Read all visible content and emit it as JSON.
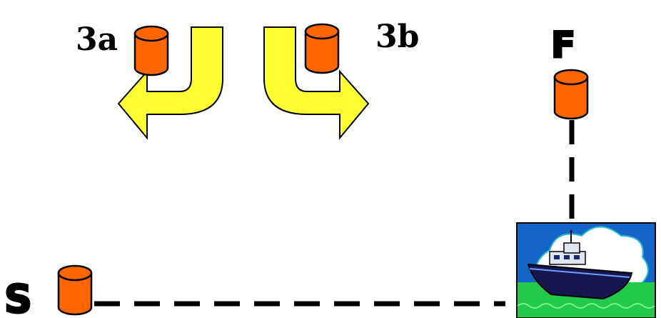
{
  "labels": {
    "mark_3a": "3a",
    "mark_3b": "3b",
    "finish": "F",
    "start": "S"
  },
  "colors": {
    "buoy_fill": "#ff6600",
    "buoy_outline": "#000000",
    "arrow_fill": "#ffff33",
    "arrow_outline": "#000000",
    "course_line": "#000000",
    "boat_sky": "#1565c8",
    "boat_cloud": "#ffffff",
    "boat_water": "#22c94a",
    "boat_hull": "#161650"
  },
  "icons": {
    "buoy": "buoy-icon",
    "arrow_left": "u-turn-left-arrow-icon",
    "arrow_right": "u-turn-right-arrow-icon",
    "boat": "committee-boat-icon"
  }
}
